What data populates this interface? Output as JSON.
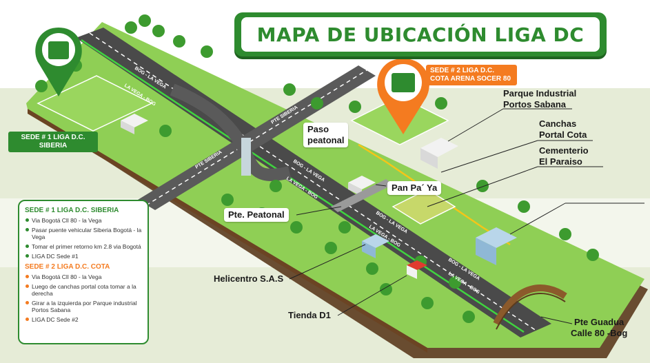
{
  "title": "MAPA DE UBICACIÓN LIGA DC",
  "sede1_tag": [
    "SEDE # 1 LIGA D.C.",
    "SIBERIA"
  ],
  "sede2_tag": [
    "SEDE # 2 LIGA D.C.",
    "COTA ARENA SOCER 80"
  ],
  "road_labels": [
    "BOG - LA VEGA",
    "LA VEGA - BOG",
    "PTE SIBERIA",
    "PTE SIBERIA",
    "BOG - LA VEGA",
    "LA VEGA - BOG",
    "BOG - LA VEGA",
    "LA VEGA - BOG",
    "BOG - LA VEGA",
    "LA VEGA - BOG"
  ],
  "callouts": {
    "parque_industrial": [
      "Parque Industrial",
      "Portos Sabana"
    ],
    "canchas": [
      "Canchas",
      "Portal Cota"
    ],
    "cementerio": [
      "Cementerio",
      "El Paraiso"
    ],
    "paso_peatonal": [
      "Paso",
      "peatonal"
    ],
    "pan_paya": "Pan Pa´ Ya",
    "pte_peatonal": "Pte. Peatonal",
    "helicentro": "Helicentro S.A.S",
    "tienda_d1": "Tienda D1",
    "pte_guadua": [
      "Pte Guadua",
      "Calle 80 -Bog"
    ]
  },
  "legend": {
    "sede1_title": "SEDE # 1 LIGA D.C. SIBERIA",
    "sede1_steps": [
      "Via Bogotá Cll 80 - la Vega",
      "Pasar puente vehicular Siberia Bogotá - la Vega",
      "Tomar el primer retorno km 2.8 via Bogotá",
      "LIGA DC Sede #1"
    ],
    "sede2_title": "SEDE # 2 LIGA D.C. COTA",
    "sede2_steps": [
      "Via Bogotá Cll 80 - la Vega",
      "Luego de canchas portal cota tomar a la derecha",
      "Girar a la izquierda por Parque industrial Portos Sabana",
      "LIGA DC Sede #2"
    ]
  },
  "colors": {
    "brand_green": "#2e8b2f",
    "accent_orange": "#f47b20",
    "grass": "#7cc24a",
    "road": "#4a4a4a",
    "route_green": "#3fd43f",
    "route_yellow": "#f5c518"
  },
  "icons": [
    "location-pin-icon",
    "club-crest-icon",
    "tree-icon",
    "building-icon",
    "bridge-icon"
  ]
}
